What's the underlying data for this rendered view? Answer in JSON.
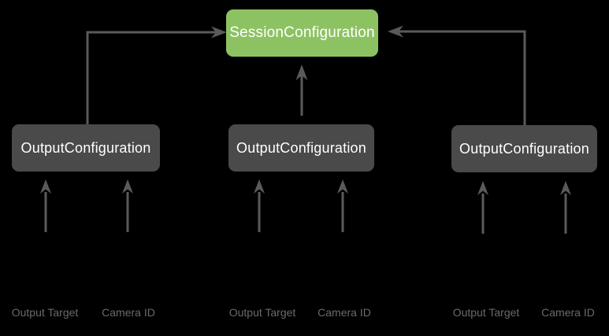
{
  "diagram": {
    "session_node": {
      "label": "SessionConfiguration"
    },
    "groups": [
      {
        "box_label": "OutputConfiguration",
        "inputs": [
          "Output Target",
          "Camera ID"
        ]
      },
      {
        "box_label": "OutputConfiguration",
        "inputs": [
          "Output Target",
          "Camera ID"
        ]
      },
      {
        "box_label": "OutputConfiguration",
        "inputs": [
          "Output Target",
          "Camera ID"
        ]
      }
    ],
    "colors": {
      "background": "#000000",
      "session_box": "#8DC263",
      "output_box": "#4A4A4A",
      "box_text": "#FFFFFF",
      "arrow": "#5A5A5A",
      "input_label": "#6A6A6A"
    }
  }
}
